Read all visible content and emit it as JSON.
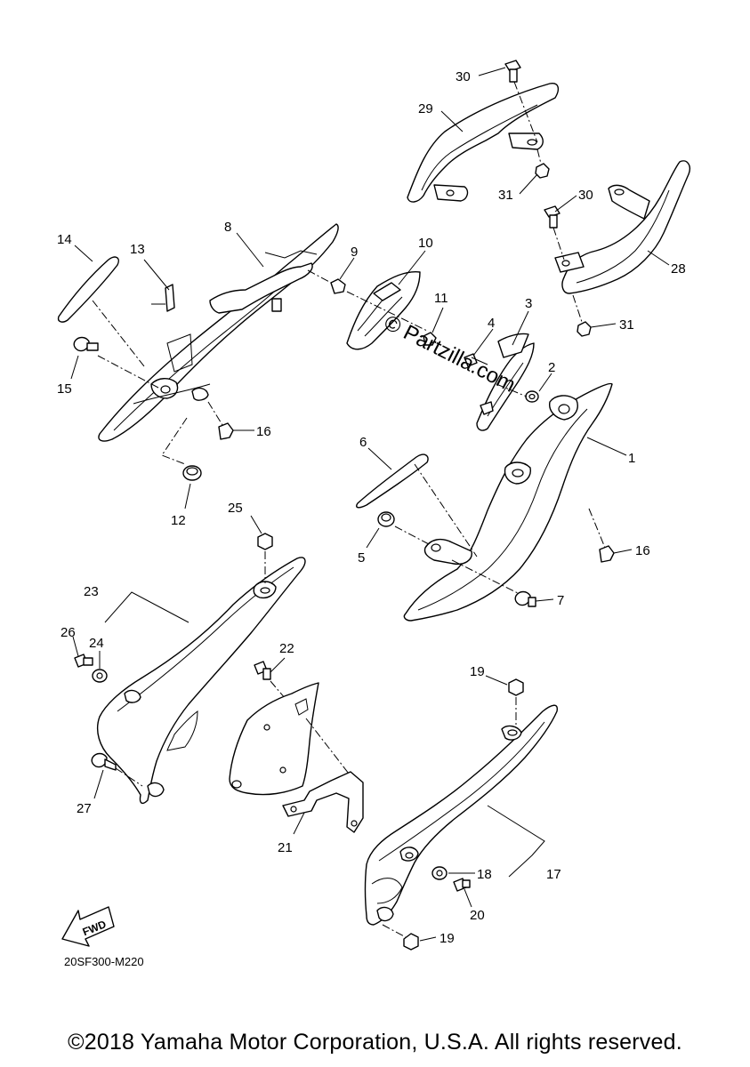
{
  "diagram_code": "20SF300-M220",
  "fwd_label": "FWD",
  "watermark": "© Partzilla.com",
  "copyright": "©2018 Yamaha Motor Corporation, U.S.A. All rights reserved.",
  "callouts": {
    "p1": "1",
    "p2": "2",
    "p3": "3",
    "p4": "4",
    "p5": "5",
    "p6": "6",
    "p7": "7",
    "p8": "8",
    "p9": "9",
    "p10": "10",
    "p11": "11",
    "p12": "12",
    "p13": "13",
    "p14": "14",
    "p15": "15",
    "p16a": "16",
    "p16b": "16",
    "p17": "17",
    "p18": "18",
    "p19a": "19",
    "p19b": "19",
    "p20": "20",
    "p21": "21",
    "p22": "22",
    "p23": "23",
    "p24": "24",
    "p25": "25",
    "p26": "26",
    "p27": "27",
    "p28": "28",
    "p29": "29",
    "p30a": "30",
    "p30b": "30",
    "p31a": "31",
    "p31b": "31"
  }
}
